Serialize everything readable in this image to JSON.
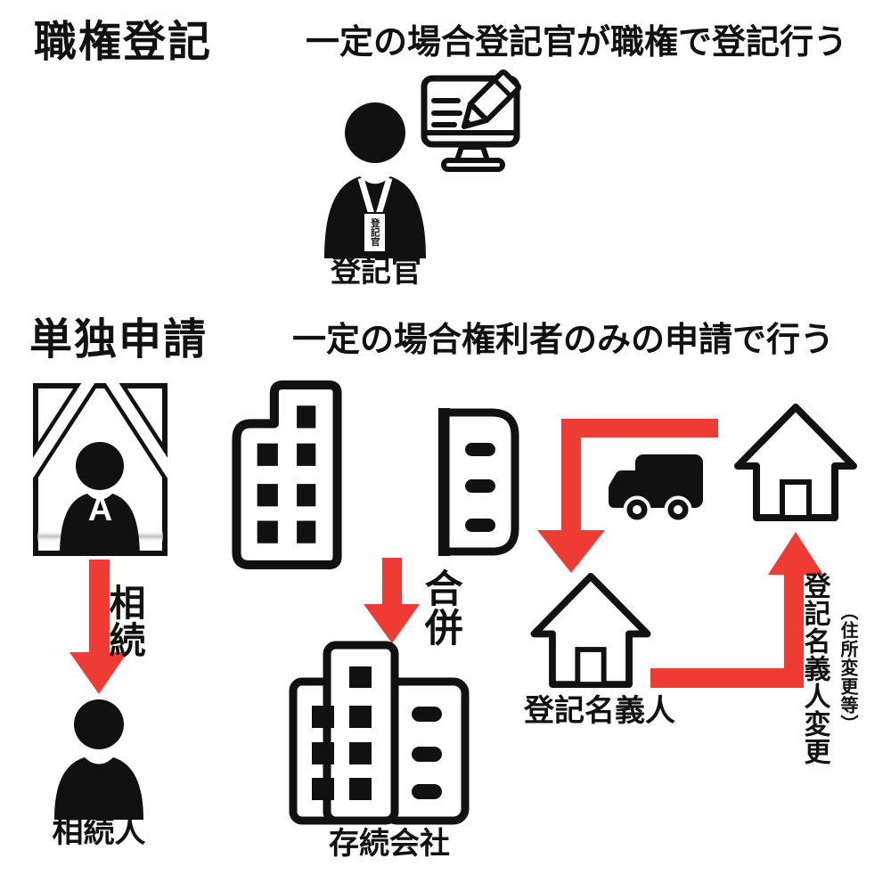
{
  "colors": {
    "ink": "#111111",
    "accent_red": "#ee3b33",
    "background": "#ffffff"
  },
  "section_shokken": {
    "title": "職権登記",
    "description": "一定の場合登記官が職権で登記行う",
    "registrar_badge": "登記官",
    "registrar_label": "登記官"
  },
  "section_tandoku": {
    "title": "単独申請",
    "description": "一定の場合権利者のみの申請で行う",
    "inheritance": {
      "deceased_initial": "A",
      "arrow_label": "相続",
      "heir_label": "相続人"
    },
    "merger": {
      "arrow_label": "合併",
      "company_label": "存続会社"
    },
    "name_change": {
      "owner_label": "登記名義人",
      "change_label": "登記名義人変更",
      "change_note": "（住所変更等）"
    }
  },
  "icons": {
    "registrar": "person-with-badge-icon",
    "computer": "monitor-pencil-icon",
    "deceased": "funeral-portrait-icon",
    "heir": "person-icon",
    "company_a": "office-building-icon",
    "company_b": "small-building-icon",
    "surviving_company": "merged-building-icon",
    "moving": "truck-icon",
    "house": "house-icon",
    "arrows": "red-arrow"
  }
}
